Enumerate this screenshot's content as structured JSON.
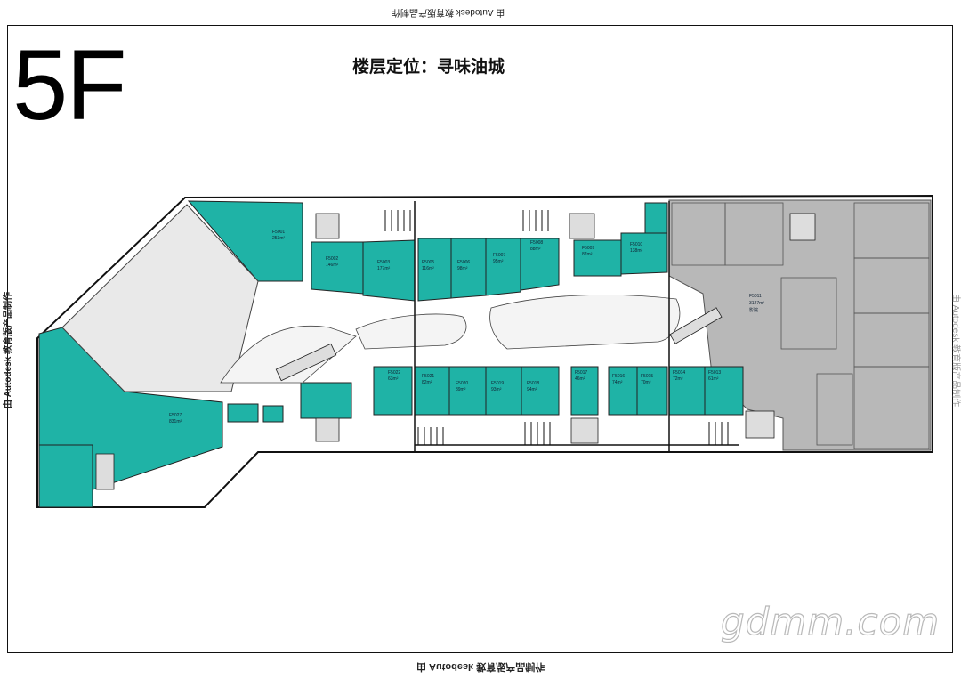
{
  "floor": "5F",
  "title": "楼层定位：寻味油城",
  "watermark": "由 Autodesk 教育版产品制作",
  "brand": "gdmm.com",
  "colors": {
    "tenant": "#1fb3a6",
    "anchor": "#b8b8b8",
    "atrium": "#e9e9e9",
    "wall": "#111111"
  },
  "units_top": [
    {
      "id": "F5001",
      "area": "253m²"
    },
    {
      "id": "F5002",
      "area": "146m²"
    },
    {
      "id": "F5003",
      "area": "177m²"
    },
    {
      "id": "F5005",
      "area": "116m²"
    },
    {
      "id": "F5006",
      "area": "98m²"
    },
    {
      "id": "F5007",
      "area": "95m²"
    },
    {
      "id": "F5008",
      "area": "88m²"
    },
    {
      "id": "F5009",
      "area": "87m²"
    },
    {
      "id": "F5010",
      "area": "138m²"
    }
  ],
  "units_bottom": [
    {
      "id": "F5027",
      "area": "831m²"
    },
    {
      "id": "F5022",
      "area": "63m²"
    },
    {
      "id": "F5021",
      "area": "82m²"
    },
    {
      "id": "F5020",
      "area": "89m²"
    },
    {
      "id": "F5019",
      "area": "93m²"
    },
    {
      "id": "F5018",
      "area": "94m²"
    },
    {
      "id": "F5017",
      "area": "46m²"
    },
    {
      "id": "F5016",
      "area": "74m²"
    },
    {
      "id": "F5015",
      "area": "70m²"
    },
    {
      "id": "F5014",
      "area": "72m²"
    },
    {
      "id": "F5013",
      "area": "61m²"
    }
  ],
  "anchor": {
    "id": "F5011",
    "area": "3127m²",
    "note": "影院"
  }
}
